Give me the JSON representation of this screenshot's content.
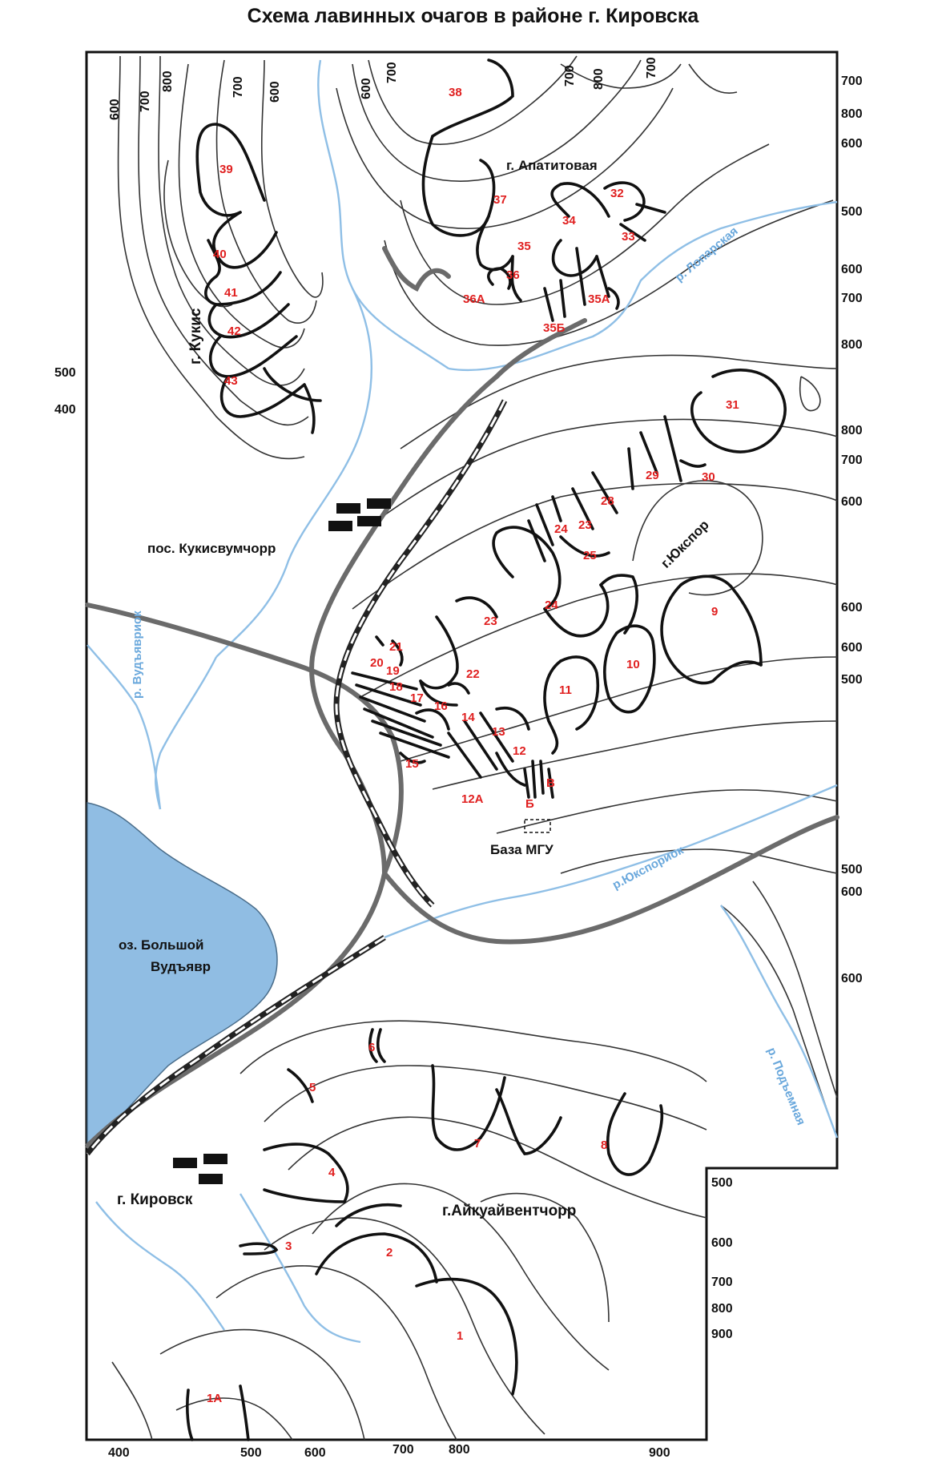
{
  "title": "Схема лавинных очагов в районе г. Кировска",
  "colors": {
    "lake": "#90bde3",
    "river": "#8fbfe6",
    "avalanche_number": "#e02020",
    "road": "#6b6b6b"
  },
  "places": {
    "apatitovaya": "г. Апатитовая",
    "kukis": "г. Кукис",
    "yukspor": "г.Юкспор",
    "kukisvumchorr": "пос. Кукисвумчорр",
    "msu_base": "База МГУ",
    "kirovsk": "г. Кировск",
    "aikuaiventchorr": "г.Айкуайвентчорр"
  },
  "lake": {
    "line1": "оз. Большой",
    "line2": "Вудъявр"
  },
  "rivers": {
    "loparskaya": "р. Лопарская",
    "vudyavriok": "р. Вудъявриок",
    "yuksporiok": "р.Юкспориок",
    "podemnaya": "р. Подъемная"
  },
  "avalanche_sites": [
    "1",
    "1А",
    "2",
    "3",
    "4",
    "5",
    "6",
    "7",
    "8",
    "9",
    "10",
    "11",
    "12",
    "12А",
    "Б",
    "В",
    "13",
    "14",
    "15",
    "16",
    "17",
    "18",
    "19",
    "20",
    "21",
    "22",
    "23",
    "23",
    "24",
    "24",
    "25",
    "28",
    "29",
    "30",
    "31",
    "32",
    "33",
    "34",
    "35",
    "35А",
    "35Б",
    "36",
    "36А",
    "37",
    "38",
    "39",
    "40",
    "41",
    "42",
    "43"
  ],
  "elevation_labels": {
    "top": [
      "600",
      "700",
      "800",
      "700",
      "600",
      "600",
      "700",
      "700",
      "800",
      "700"
    ],
    "right": [
      "700",
      "800",
      "600",
      "500",
      "600",
      "700",
      "800",
      "800",
      "700",
      "600",
      "600",
      "600",
      "500",
      "500",
      "600",
      "600"
    ],
    "left": [
      "500",
      "400"
    ],
    "right_lower": [
      "500",
      "600",
      "700",
      "800",
      "900"
    ],
    "bottom": [
      "400",
      "500",
      "600",
      "700",
      "800",
      "900"
    ]
  }
}
